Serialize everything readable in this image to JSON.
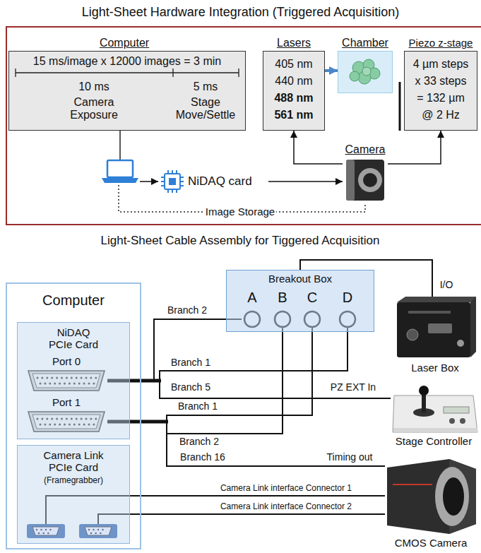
{
  "diagram": {
    "title": "Light-Sheet Hardware Integration (Triggered Acquisition)",
    "nodes": [
      {
        "text": [
          "Computer",
          "15 ms/image x 12000 images = 3 min",
          "10 ms",
          "Camera Exposure",
          "5 ms",
          "Stage Move/Settle"
        ]
      },
      {
        "text": [
          "Lasers",
          "405 nm",
          "440 nm",
          "488 nm",
          "561 nm"
        ]
      },
      {
        "text": [
          "Chamber"
        ]
      },
      {
        "text": [
          "Piezo z-stage",
          "4 µm steps",
          "x 33 steps",
          "= 132 µm",
          "@ 2 Hz"
        ]
      },
      {
        "text": [
          "Camera"
        ]
      },
      {
        "text": [
          "NiDAQ card"
        ]
      },
      {
        "text": [
          "Computer"
        ]
      },
      {
        "text": [
          "NiDAQ PCIe Card"
        ],
        "in": 6
      },
      {
        "text": [
          "Port 0"
        ],
        "in": 7
      },
      {
        "text": [
          "Port 1"
        ],
        "in": 7
      },
      {
        "text": [
          "Camera Link PCIe Card",
          "(Framegrabber)"
        ],
        "in": 6
      },
      {
        "text": [
          "Breakout Box"
        ]
      },
      {
        "text": [
          "A"
        ],
        "in": 11
      },
      {
        "text": [
          "B"
        ],
        "in": 11
      },
      {
        "text": [
          "C"
        ],
        "in": 11
      },
      {
        "text": [
          "D"
        ],
        "in": 11
      },
      {
        "text": [
          "Laser Box"
        ]
      },
      {
        "text": [
          "Stage Controller"
        ]
      },
      {
        "text": [
          "CMOS Camera"
        ]
      }
    ],
    "edges": [
      {
        "from": 5,
        "to": 4,
        "arrow": "to"
      },
      {
        "from": 4,
        "to": 1,
        "arrow": "to"
      },
      {
        "from": 4,
        "to": 3,
        "arrow": "to"
      },
      {
        "from": 1,
        "to": 2,
        "arrow": "to"
      },
      {
        "from": 8,
        "to": 12,
        "label": "Branch 2",
        "arrow": "none"
      },
      {
        "from": 8,
        "to": 15,
        "label": "Branch 1",
        "arrow": "none"
      },
      {
        "from": 8,
        "to": 17,
        "label": "Branch 5",
        "arrow": "none"
      },
      {
        "from": 9,
        "to": 14,
        "label": "Branch 1",
        "arrow": "none"
      },
      {
        "from": 9,
        "to": 13,
        "label": "Branch 2",
        "arrow": "none"
      },
      {
        "from": 9,
        "to": 18,
        "label": "Branch 16",
        "arrow": "none"
      },
      {
        "from": 11,
        "to": 16,
        "label": "I/O",
        "arrow": "none"
      },
      {
        "from": 10,
        "to": 18,
        "label": "Camera Link interface Connector 1",
        "arrow": "none"
      },
      {
        "from": 10,
        "to": 18,
        "label": "Camera Link interface Connector 2",
        "arrow": "none"
      }
    ],
    "labels": [
      "Light-Sheet Cable Assembly for Tiggered Acquisition",
      "Image Storage",
      "PZ EXT In",
      "Timing out"
    ]
  }
}
